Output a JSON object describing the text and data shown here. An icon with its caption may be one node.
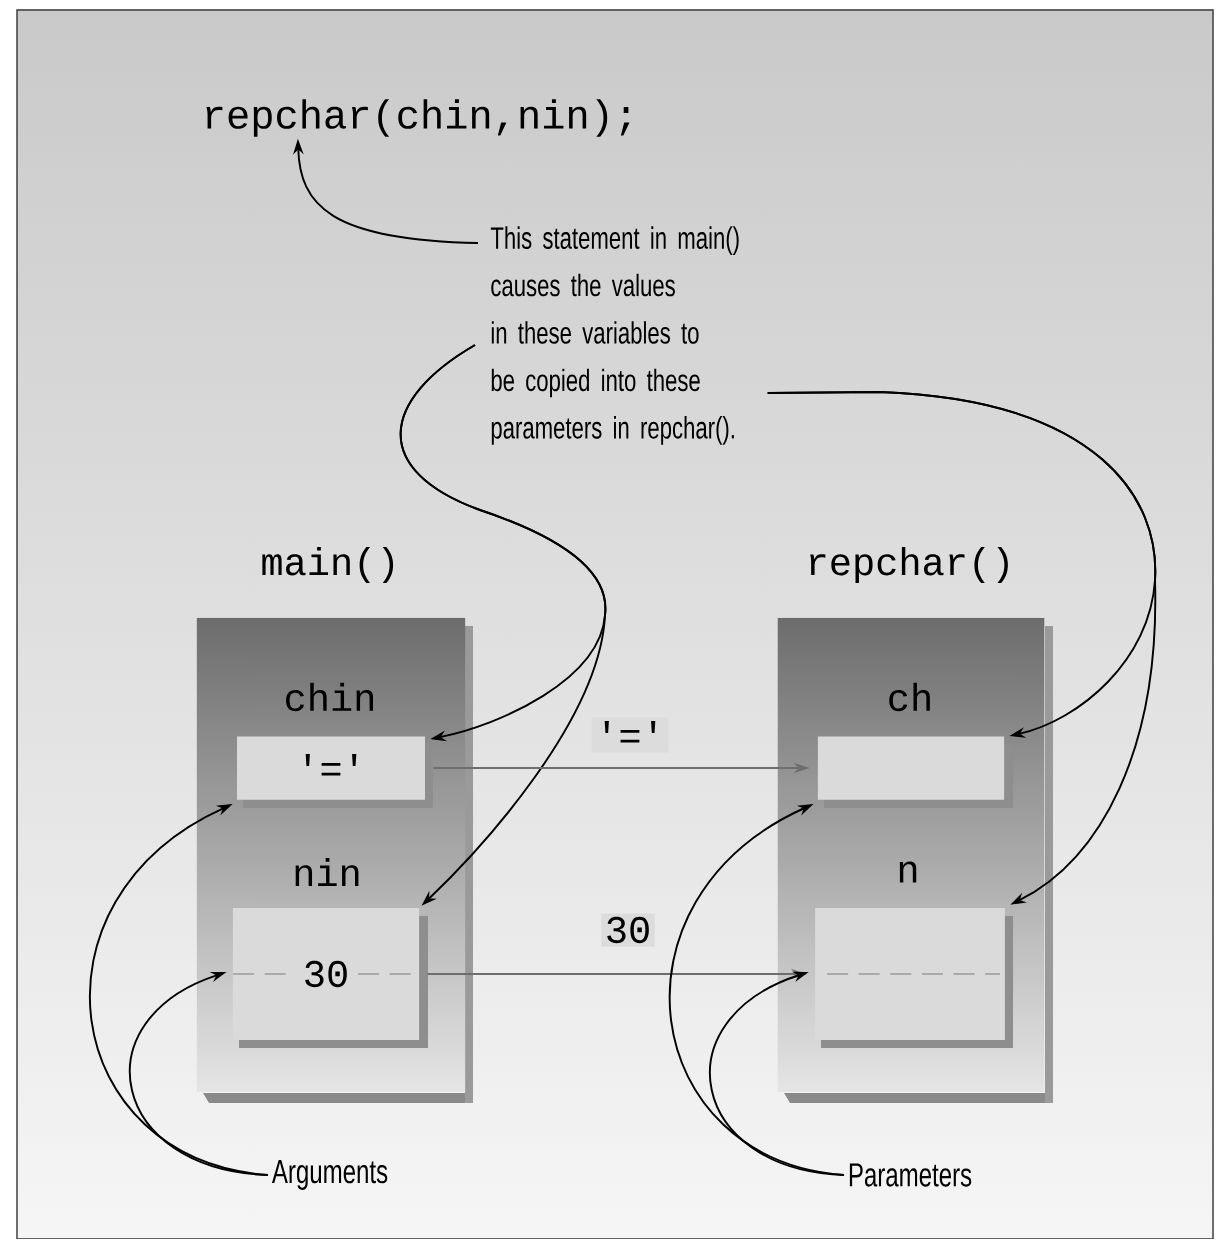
{
  "diagram": {
    "nodes": [
      {
        "text": [
          "repchar(chin,nin);"
        ]
      },
      {
        "text": [
          "This statement in main() causes the values in these variables to be copied into these parameters in repchar()."
        ]
      },
      {
        "text": [
          "main()"
        ]
      },
      {
        "text": [
          "chin",
          "'='"
        ],
        "in": 2
      },
      {
        "text": [
          "nin",
          "30"
        ],
        "in": 2
      },
      {
        "text": [
          "repchar()"
        ]
      },
      {
        "text": [
          "ch"
        ],
        "in": 5
      },
      {
        "text": [
          "n"
        ],
        "in": 5
      },
      {
        "text": [
          "Arguments"
        ]
      },
      {
        "text": [
          "Parameters"
        ]
      }
    ],
    "edges": [
      {
        "from": 1,
        "to": 0,
        "arrow": "to"
      },
      {
        "from": 1,
        "to": 3,
        "arrow": "to"
      },
      {
        "from": 1,
        "to": 4,
        "arrow": "to"
      },
      {
        "from": 1,
        "to": 6,
        "arrow": "to"
      },
      {
        "from": 1,
        "to": 7,
        "arrow": "to"
      },
      {
        "from": 3,
        "to": 6,
        "arrow": "to",
        "label": "'='",
        "color": "#6e6e6e"
      },
      {
        "from": 4,
        "to": 7,
        "arrow": "to",
        "label": "30",
        "color": "#6e6e6e"
      },
      {
        "from": 8,
        "to": 3,
        "arrow": "to"
      },
      {
        "from": 8,
        "to": 4,
        "arrow": "to"
      },
      {
        "from": 9,
        "to": 6,
        "arrow": "to"
      },
      {
        "from": 9,
        "to": 7,
        "arrow": "to"
      }
    ]
  }
}
